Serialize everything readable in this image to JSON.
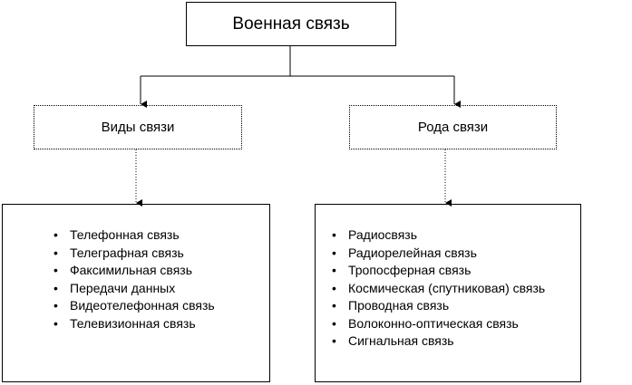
{
  "root": {
    "label": "Военная связь"
  },
  "left": {
    "label": "Виды связи",
    "items": [
      "Телефонная связь",
      "Телеграфная связь",
      "Факсимильная связь",
      "Передачи данных",
      "Видеотелефонная связь",
      "Телевизионная связь"
    ]
  },
  "right": {
    "label": "Рода связи",
    "items": [
      "Радиосвязь",
      "Радиорелейная связь",
      "Тропосферная связь",
      "Космическая (спутниковая) связь",
      "Проводная связь",
      "Волоконно-оптическая связь",
      "Сигнальная связь"
    ]
  }
}
